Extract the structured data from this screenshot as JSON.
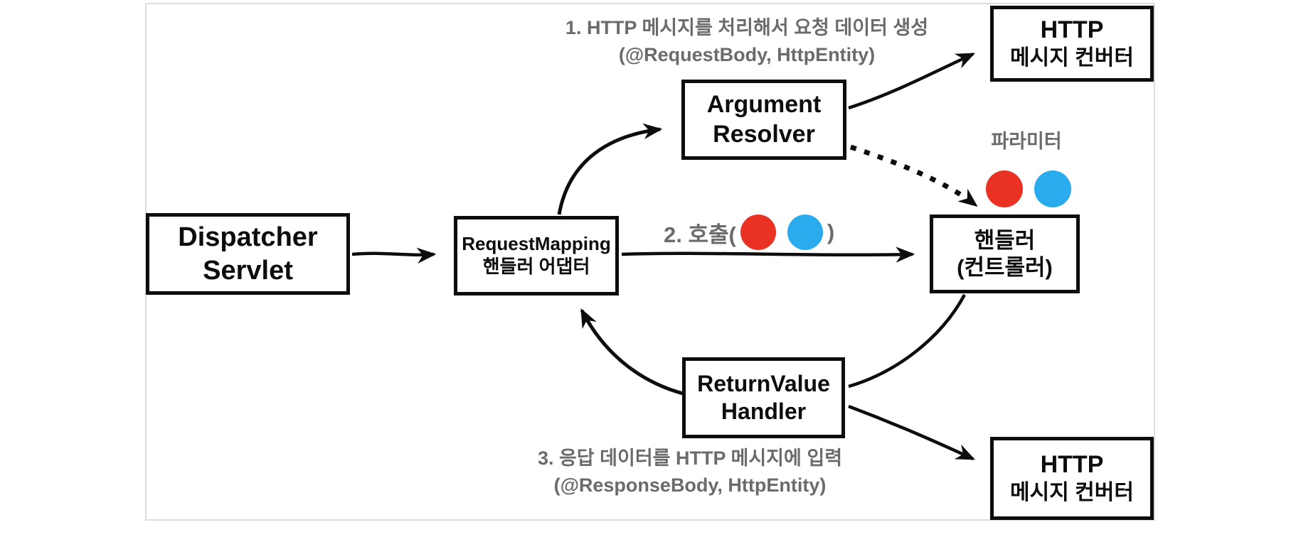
{
  "diagram": {
    "title_hint": "Spring MVC request handling flow (Korean)",
    "annotations": {
      "step1_line1": "1. HTTP 메시지를 처리해서 요청 데이터 생성",
      "step1_line2": "(@RequestBody, HttpEntity)",
      "step2_prefix": "2. 호출(",
      "step2_suffix": ")",
      "step3_line1": "3. 응답 데이터를 HTTP 메시지에 입력",
      "step3_line2": "(@ResponseBody, HttpEntity)",
      "parameter_label": "파라미터"
    },
    "nodes": {
      "dispatcher_servlet": {
        "line1": "Dispatcher",
        "line2": "Servlet"
      },
      "handler_adapter": {
        "line1": "RequestMapping",
        "line2": "핸들러 어댑터"
      },
      "argument_resolver": {
        "line1": "Argument",
        "line2": "Resolver"
      },
      "http_converter_top": {
        "line1": "HTTP",
        "line2": "메시지 컨버터"
      },
      "handler": {
        "line1": "핸들러",
        "line2": "(컨트롤러)"
      },
      "return_value_handler": {
        "line1": "ReturnValue",
        "line2": "Handler"
      },
      "http_converter_bottom": {
        "line1": "HTTP",
        "line2": "메시지 컨버터"
      }
    },
    "colors": {
      "param_red": "#e93223",
      "param_blue": "#2aabee",
      "annotation_gray": "#6b6b6b",
      "line_black": "#0d0d0d",
      "panel_border": "#dcdcdc"
    }
  }
}
